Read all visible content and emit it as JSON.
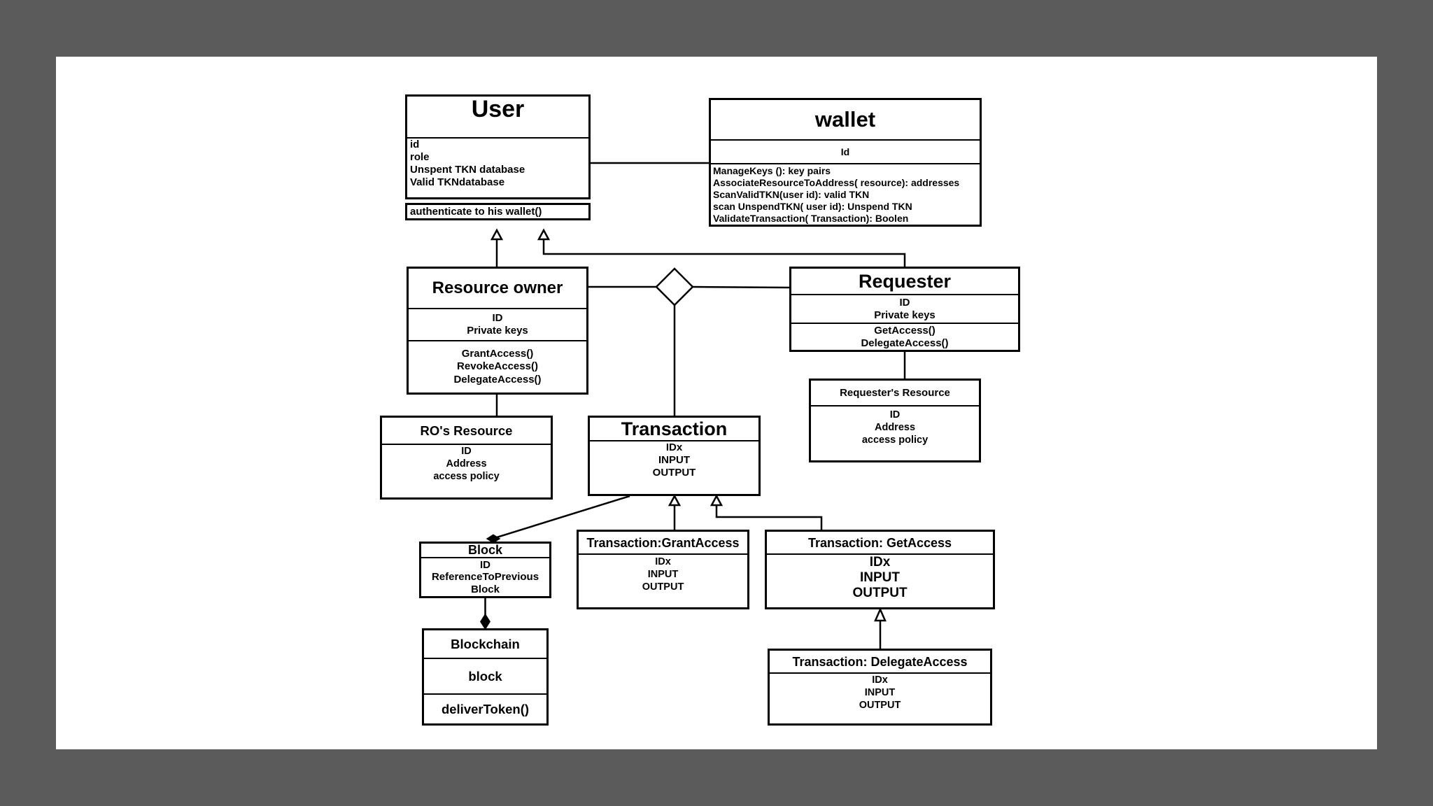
{
  "colors": {
    "background": "#5b5b5b",
    "panel": "#ffffff",
    "ink": "#000000"
  },
  "classes": {
    "user": {
      "title": "User",
      "attributes": [
        "id",
        "role",
        "Unspent TKN database",
        "Valid TKNdatabase"
      ],
      "methods": [
        "authenticate to his wallet()"
      ]
    },
    "wallet": {
      "title": "wallet",
      "attributes": [
        "Id"
      ],
      "methods": [
        "ManageKeys (): key pairs",
        "AssociateResourceToAddress( resource): addresses",
        "ScanValidTKN(user id): valid TKN",
        "scan UnspendTKN( user id): Unspend TKN",
        "ValidateTransaction( Transaction): Boolen"
      ]
    },
    "resource_owner": {
      "title": "Resource owner",
      "attributes": [
        "ID",
        "Private keys"
      ],
      "methods": [
        "GrantAccess()",
        "RevokeAccess()",
        "DelegateAccess()"
      ]
    },
    "requester": {
      "title": "Requester",
      "attributes": [
        "ID",
        "Private keys"
      ],
      "methods": [
        "GetAccess()",
        "DelegateAccess()"
      ]
    },
    "requester_resource": {
      "title": "Requester's Resource",
      "attributes": [
        "ID",
        "Address",
        "access policy"
      ]
    },
    "ro_resource": {
      "title": "RO's Resource",
      "attributes": [
        "ID",
        "Address",
        "access policy"
      ]
    },
    "transaction": {
      "title": "Transaction",
      "attributes": [
        "IDx",
        "INPUT",
        "OUTPUT"
      ]
    },
    "block": {
      "title": "Block",
      "attributes": [
        "ID",
        "ReferenceToPrevious",
        "Block"
      ]
    },
    "blockchain": {
      "title": "Blockchain",
      "attributes": [
        "block"
      ],
      "methods": [
        "deliverToken()"
      ]
    },
    "tx_grant_access": {
      "title": "Transaction:GrantAccess",
      "attributes": [
        "IDx",
        "INPUT",
        "OUTPUT"
      ]
    },
    "tx_get_access": {
      "title": "Transaction: GetAccess",
      "attributes": [
        "IDx",
        "INPUT",
        "OUTPUT"
      ]
    },
    "tx_delegate_access": {
      "title": "Transaction: DelegateAccess",
      "attributes": [
        "IDx",
        "INPUT",
        "OUTPUT"
      ]
    }
  }
}
